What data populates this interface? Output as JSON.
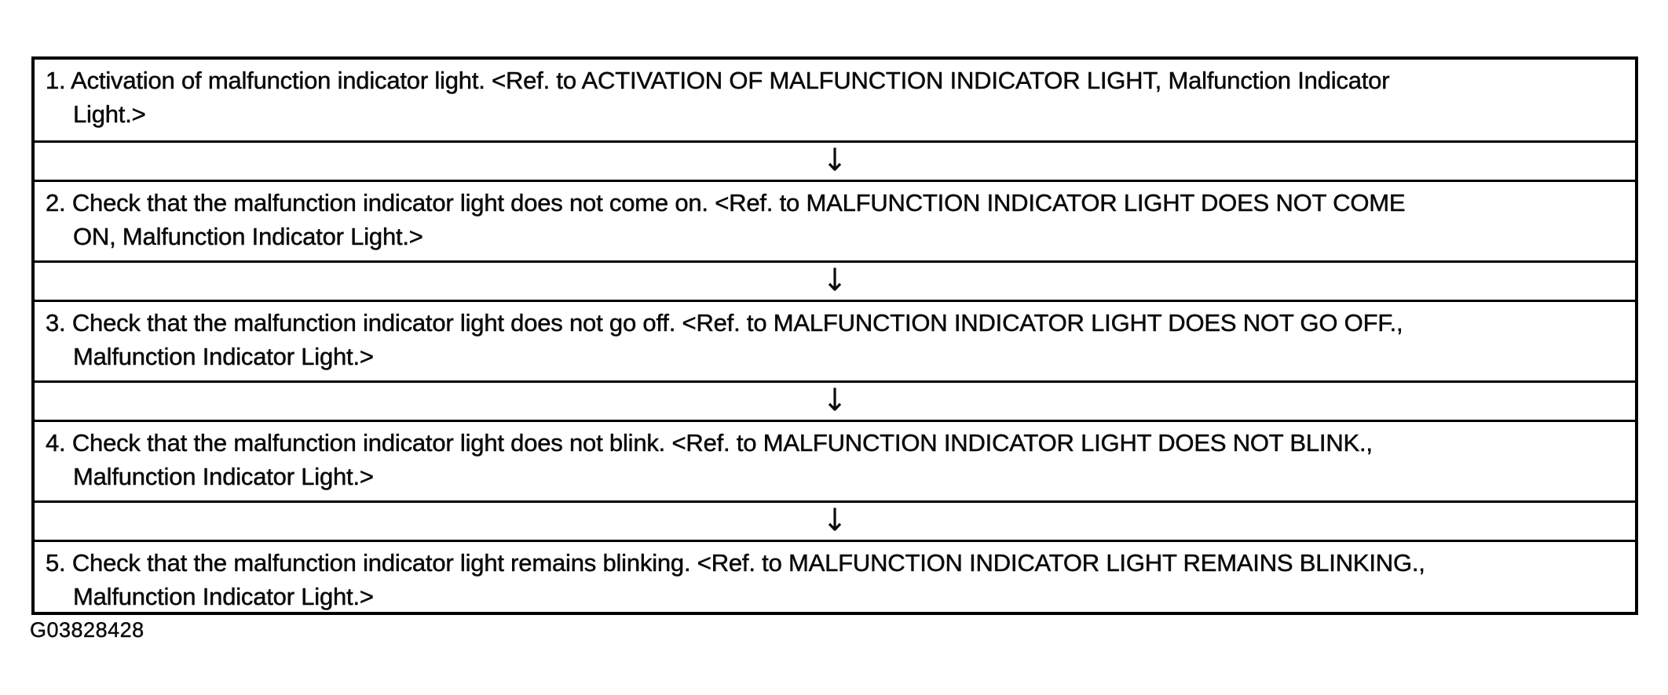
{
  "figure": {
    "code": "G03828428"
  },
  "colors": {
    "ink": "#0a0a0a",
    "background": "#ffffff",
    "border": "#000000"
  },
  "flowchart": {
    "arrow_glyph": "↓",
    "steps": [
      {
        "number": "1",
        "full_text": "1. Activation of malfunction indicator light. <Ref. to ACTIVATION OF MALFUNCTION INDICATOR LIGHT, Malfunction Indicator Light.>",
        "lines": [
          "1. Activation of malfunction indicator light. <Ref. to ACTIVATION OF MALFUNCTION INDICATOR LIGHT, Malfunction Indicator",
          "Light.>"
        ]
      },
      {
        "number": "2",
        "full_text": "2. Check that the malfunction indicator light does not come on. <Ref. to MALFUNCTION INDICATOR LIGHT DOES NOT COME ON, Malfunction Indicator Light.>",
        "lines": [
          "2. Check that the malfunction indicator light does not come on. <Ref. to MALFUNCTION INDICATOR LIGHT DOES NOT COME",
          "ON, Malfunction Indicator Light.>"
        ]
      },
      {
        "number": "3",
        "full_text": "3. Check that the malfunction indicator light does not go off. <Ref. to MALFUNCTION INDICATOR LIGHT DOES NOT GO OFF., Malfunction Indicator Light.>",
        "lines": [
          "3. Check that the malfunction indicator light does not go off. <Ref. to MALFUNCTION INDICATOR LIGHT DOES NOT GO OFF.,",
          "Malfunction Indicator Light.>"
        ]
      },
      {
        "number": "4",
        "full_text": "4. Check that the malfunction indicator light does not blink. <Ref. to MALFUNCTION INDICATOR LIGHT DOES NOT BLINK., Malfunction Indicator Light.>",
        "lines": [
          "4. Check that the malfunction indicator light does not blink. <Ref. to MALFUNCTION INDICATOR LIGHT DOES NOT BLINK.,",
          "Malfunction Indicator Light.>"
        ]
      },
      {
        "number": "5",
        "full_text": "5. Check that the malfunction indicator light remains blinking. <Ref. to MALFUNCTION INDICATOR LIGHT REMAINS BLINKING., Malfunction Indicator Light.>",
        "lines": [
          "5. Check that the malfunction indicator light remains blinking. <Ref. to MALFUNCTION INDICATOR LIGHT REMAINS BLINKING.,",
          "Malfunction Indicator Light.>"
        ]
      }
    ]
  }
}
